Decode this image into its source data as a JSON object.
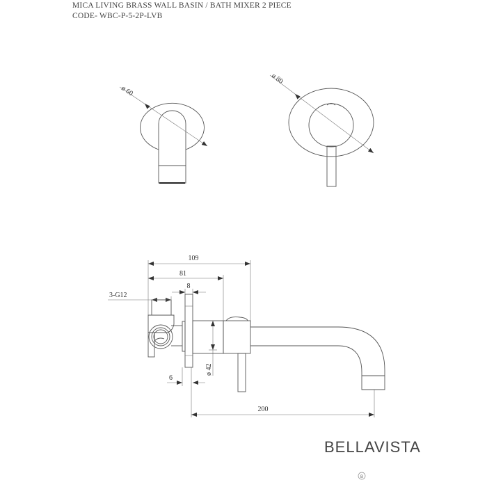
{
  "header": {
    "title": "MICA LIVING BRASS WALL BASIN / BATH MIXER 2 PIECE",
    "code": "CODE- WBC-P-5-2P-LVB"
  },
  "top_views": {
    "spout_diameter": "ø 60",
    "mixer_diameter": "ø 80"
  },
  "side_view": {
    "dim_overall_depth": "109",
    "dim_body_depth": "81",
    "dim_plate_thickness": "8",
    "dim_thread": "3-G12",
    "dim_pipe_diameter": "ø 42",
    "dim_plate_offset": "6",
    "dim_spout_reach": "200"
  },
  "brand": {
    "logo": "BELLAVISTA",
    "mark": "B"
  }
}
